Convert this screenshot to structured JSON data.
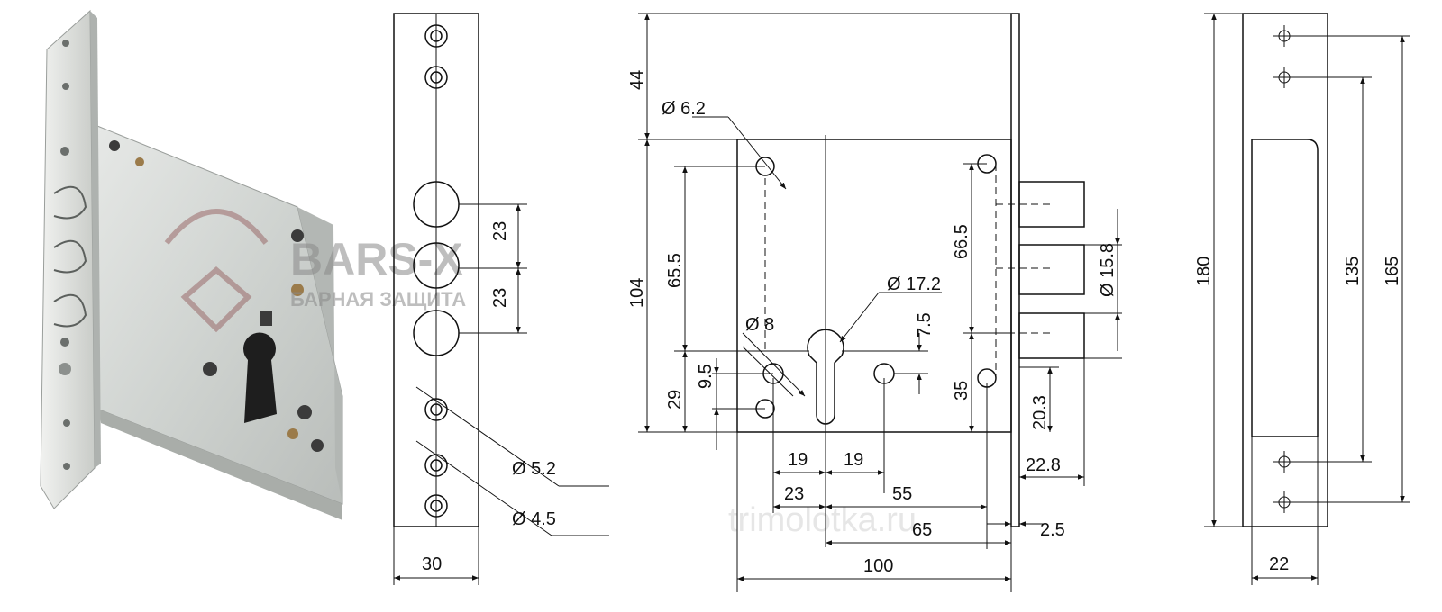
{
  "product_photo": {
    "brand_name": "BARS-X",
    "brand_slogan": "БАРНАЯ ЗАЩИТА"
  },
  "watermark": "trimolotka.ru",
  "side_view": {
    "width": "30",
    "hole_spacing_1": "23",
    "hole_spacing_2": "23",
    "diameter_1": "Ø 5.2",
    "diameter_2": "Ø 4.5"
  },
  "front_view": {
    "top_offset": "44",
    "body_height": "104",
    "upper_to_cylinder": "65.5",
    "cylinder_to_bottom": "29",
    "small_hole_offset": "9.5",
    "diameter_6_2": "Ø 6.2",
    "diameter_8": "Ø 8",
    "diameter_17_2": "Ø 17.2",
    "diameter_15_8": "Ø 15.8",
    "cylinder_offset": "7.5",
    "right_upper": "66.5",
    "right_lower": "35",
    "bolt_to_bottom": "20.3",
    "bolt_projection": "22.8",
    "left_19": "19",
    "right_19": "19",
    "dim_23": "23",
    "dim_55": "55",
    "backset": "65",
    "faceplate_thickness": "2.5",
    "body_width": "100"
  },
  "strike_view": {
    "height_total": "180",
    "hole_span_inner": "135",
    "hole_span_outer": "165",
    "width": "22"
  }
}
